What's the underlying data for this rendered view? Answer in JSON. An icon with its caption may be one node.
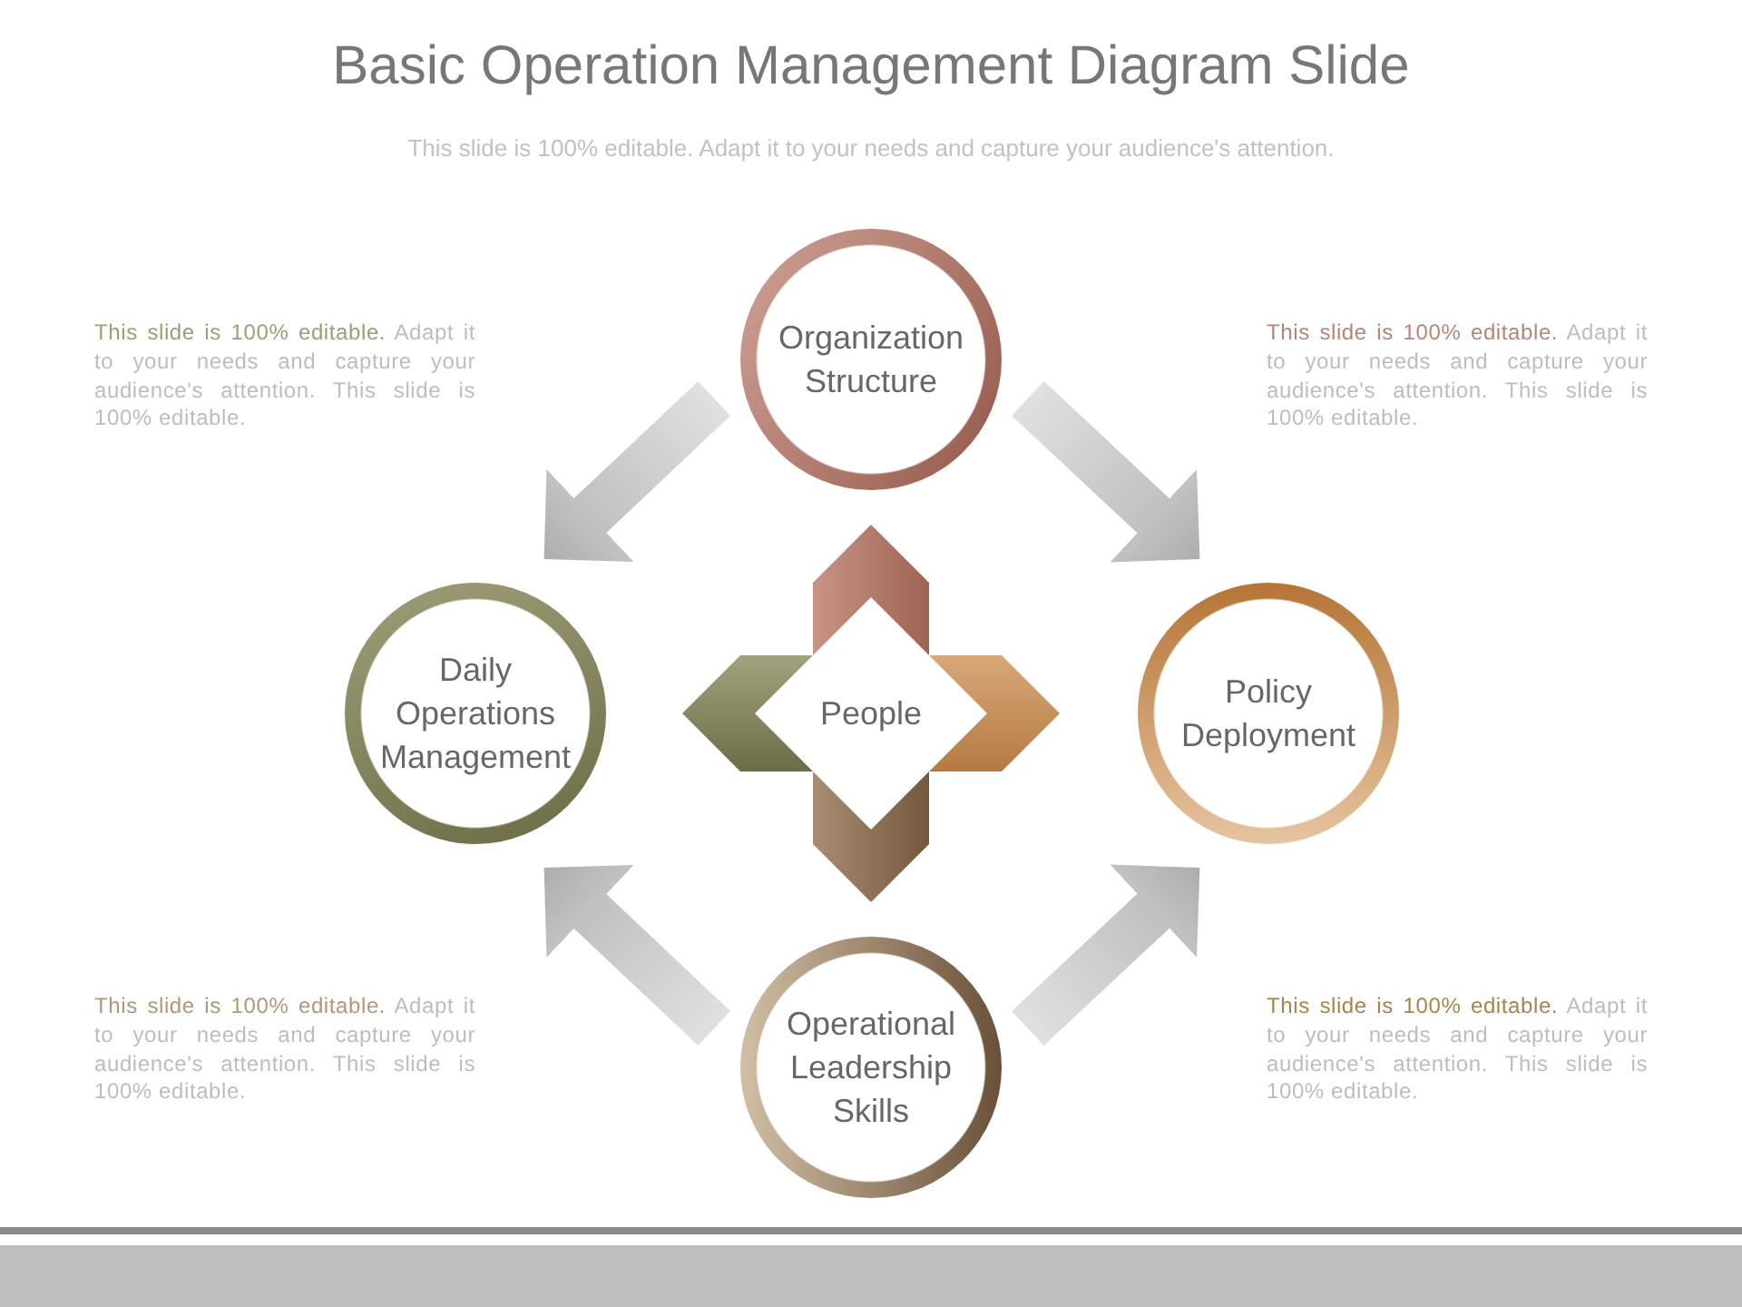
{
  "diagram": {
    "title": "Basic Operation Management Diagram Slide",
    "nodes": [
      {
        "text": [
          "Organization Structure"
        ]
      },
      {
        "text": [
          "Daily Operations Management"
        ]
      },
      {
        "text": [
          "People"
        ]
      },
      {
        "text": [
          "Policy Deployment"
        ]
      },
      {
        "text": [
          "Operational Leadership Skills"
        ]
      }
    ],
    "edges": [
      {
        "from": 0,
        "to": 1,
        "arrow": "to"
      },
      {
        "from": 0,
        "to": 3,
        "arrow": "to"
      },
      {
        "from": 4,
        "to": 1,
        "arrow": "to"
      },
      {
        "from": 4,
        "to": 3,
        "arrow": "to"
      }
    ],
    "labels": [
      "This slide is 100% editable. Adapt it to your needs and capture your audience's attention.",
      "This slide is 100% editable. Adapt it to your needs and capture your audience's attention. This slide is 100% editable.",
      "This slide is 100% editable. Adapt it to your needs and capture your audience's attention. This slide is 100% editable.",
      "This slide is 100% editable. Adapt it to your needs and capture your audience's attention. This slide is 100% editable.",
      "This slide is 100% editable. Adapt it to your needs and capture your audience's attention. This slide is 100% editable."
    ]
  }
}
